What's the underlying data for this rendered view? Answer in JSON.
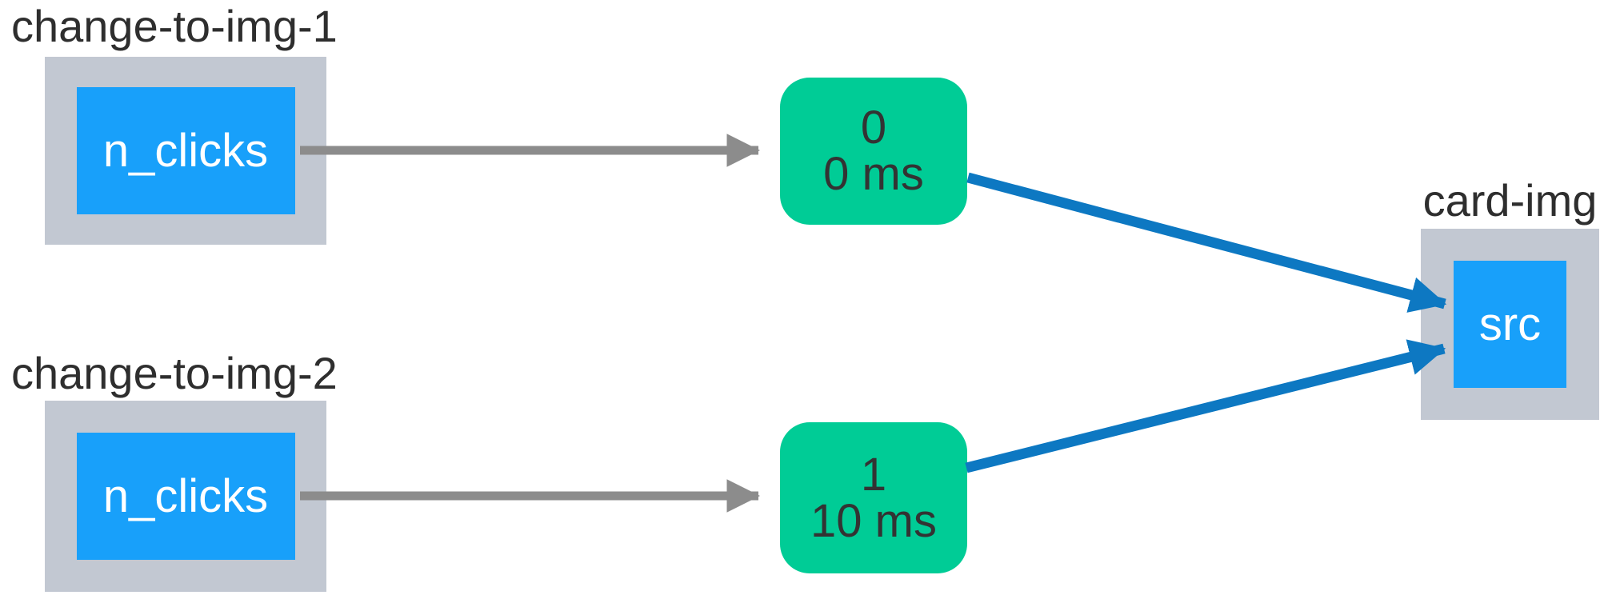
{
  "graph": {
    "components": [
      {
        "label": "change-to-img-1",
        "properties": [
          "n_clicks"
        ]
      },
      {
        "label": "change-to-img-2",
        "properties": [
          "n_clicks"
        ]
      },
      {
        "label": "card-img",
        "properties": [
          "src"
        ]
      }
    ],
    "callbacks": [
      {
        "call_count": "0",
        "total_time": "0 ms"
      },
      {
        "call_count": "1",
        "total_time": "10 ms"
      }
    ],
    "colors": {
      "background": "#ffffff",
      "component_fill": "#c2c8d2",
      "property_fill": "#18a0fa",
      "property_text": "#ffffff",
      "callback_fill": "#00cc96",
      "callback_text": "#333333",
      "label_text": "#2e2e2e",
      "input_edge_gray": "#8c8c8c",
      "output_edge_blue": "#0d78c2"
    }
  }
}
